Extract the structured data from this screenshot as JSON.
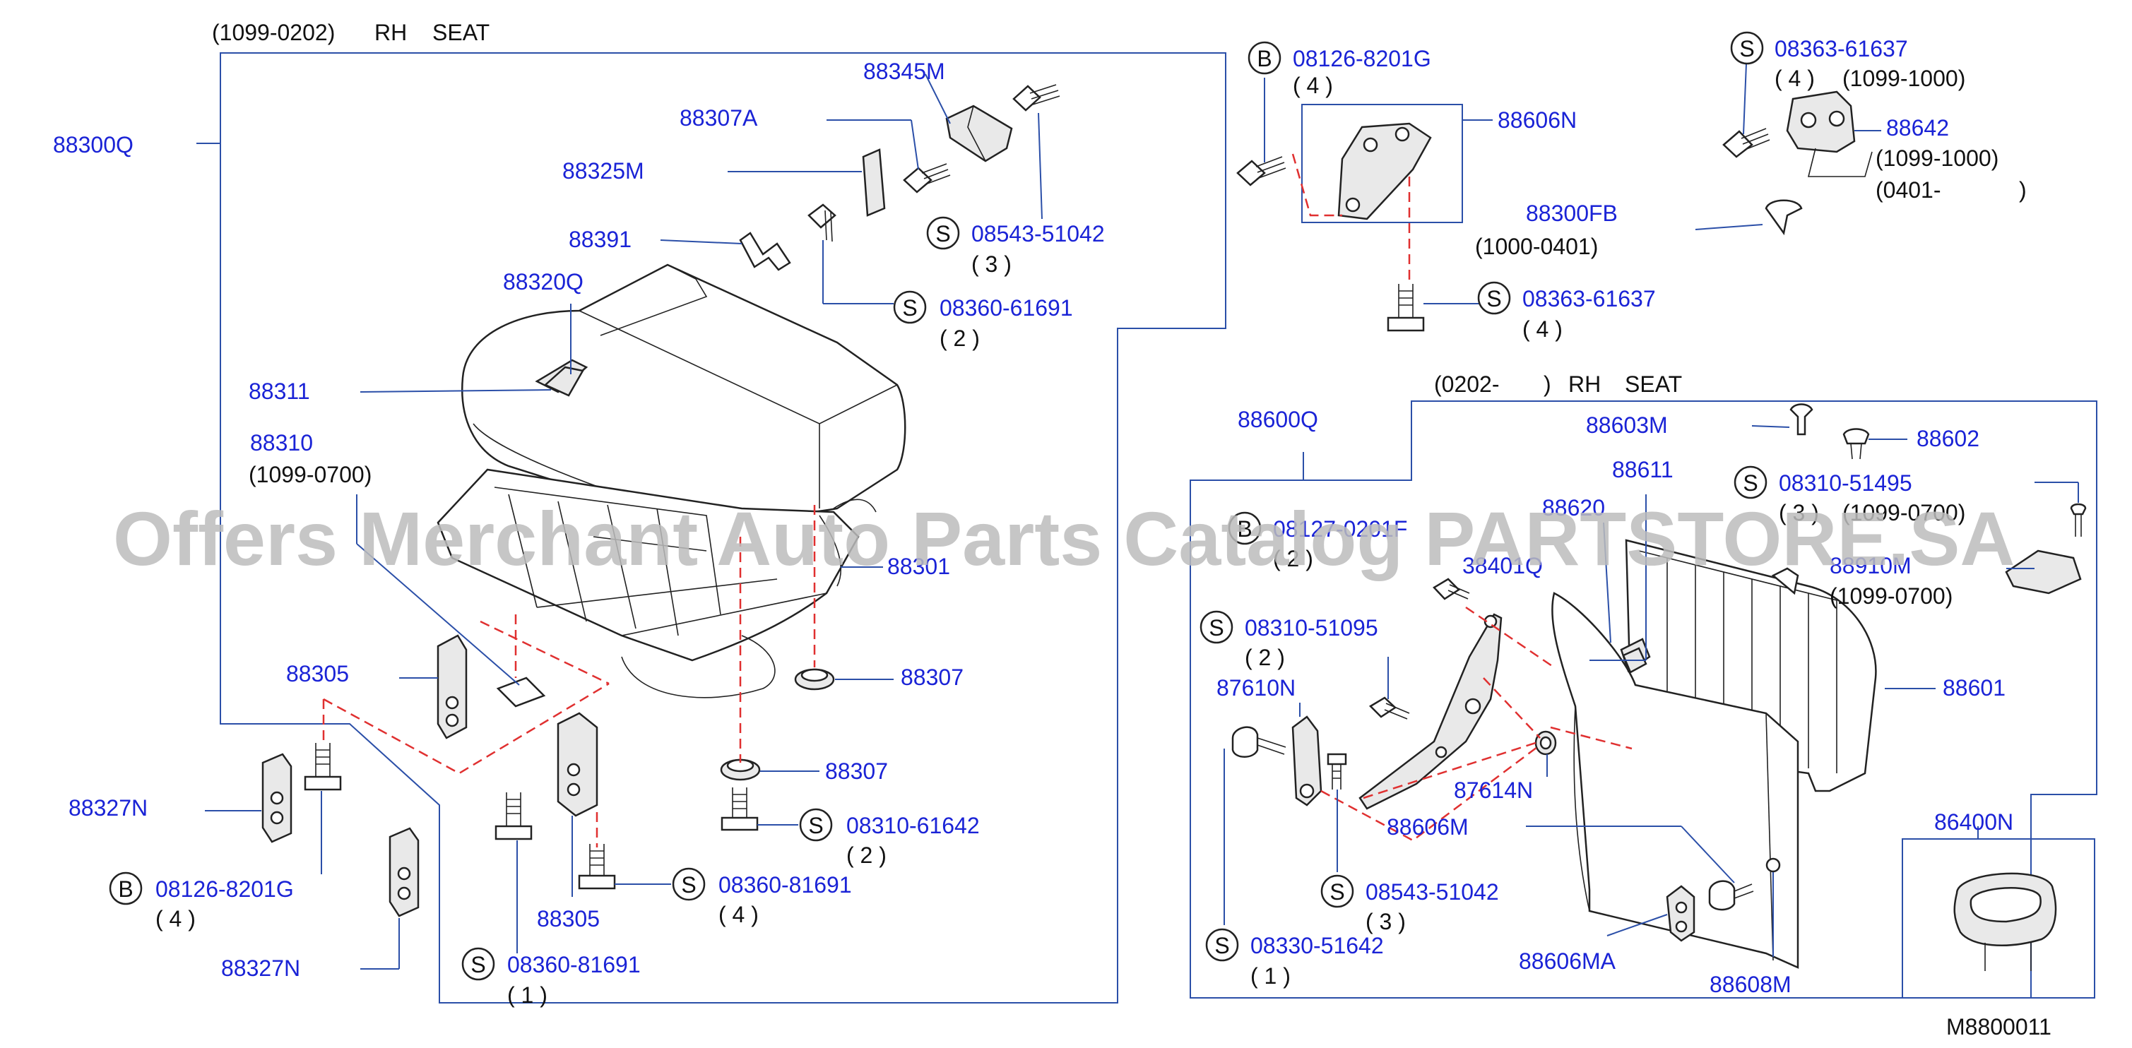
{
  "diagram": {
    "code": "M8800011",
    "watermark": "Offers Merchant Auto Parts Catalog PARTSTORE.SA",
    "group_left": {
      "range": "(1099-0202)",
      "rh": "RH",
      "seat": "SEAT",
      "part": "88300Q"
    },
    "group_right": {
      "range": "(0202-",
      "close": ")",
      "rh": "RH",
      "seat": "SEAT",
      "part": "88600Q"
    },
    "marker_b": "B",
    "marker_s": "S",
    "labels": {
      "p88345M": "88345M",
      "p88307A": "88307A",
      "p88325M": "88325M",
      "p88391": "88391",
      "p88320Q": "88320Q",
      "p88311": "88311",
      "p88310": "88310",
      "p88310_range": "(1099-0700)",
      "p88301": "88301",
      "p88307_a": "88307",
      "p88307_b": "88307",
      "p88305_a": "88305",
      "p88305_b": "88305",
      "p88327N_a": "88327N",
      "p88327N_b": "88327N",
      "s08543_51042_a": "08543-51042",
      "s08543_51042_a_qty": "( 3 )",
      "s08360_61691": "08360-61691",
      "s08360_61691_qty": "( 2 )",
      "s08310_61642": "08310-61642",
      "s08310_61642_qty": "( 2 )",
      "s08360_81691_a": "08360-81691",
      "s08360_81691_a_qty": "( 4 )",
      "s08360_81691_b": "08360-81691",
      "s08360_81691_b_qty": "( 1 )",
      "b08126_8201G_a": "08126-8201G",
      "b08126_8201G_a_qty": "( 4 )",
      "b08126_8201G_b": "08126-8201G",
      "b08126_8201G_b_qty": "( 4 )",
      "p88606N": "88606N",
      "s08363_61637_a": "08363-61637",
      "s08363_61637_a_qty": "( 4 )",
      "s08363_61637_b": "08363-61637",
      "s08363_61637_b_qty": "( 4 )",
      "s08363_61637_b_range": "(1099-1000)",
      "p88642": "88642",
      "p88642_range1": "(1099-1000)",
      "p88642_range2": "(0401-",
      "p88642_range2_close": ")",
      "p88300FB": "88300FB",
      "p88300FB_range": "(1000-0401)",
      "p88603M": "88603M",
      "p88602": "88602",
      "p88611": "88611",
      "p88620": "88620",
      "s08310_51495": "08310-51495",
      "s08310_51495_qty": "( 3 )",
      "s08310_51495_range": "(1099-0700)",
      "b08127_0201F": "08127-0201F",
      "b08127_0201F_qty": "( 2 )",
      "p38401Q": "38401Q",
      "p88910M": "88910M",
      "p88910M_range": "(1099-0700)",
      "s08310_51095": "08310-51095",
      "s08310_51095_qty": "( 2 )",
      "p87610N": "87610N",
      "p88601": "88601",
      "p87614N": "87614N",
      "p88606M": "88606M",
      "s08543_51042_b": "08543-51042",
      "s08543_51042_b_qty": "( 3 )",
      "s08330_51642": "08330-51642",
      "s08330_51642_qty": "( 1 )",
      "p88606MA": "88606MA",
      "p88608M": "88608M",
      "p86400N": "86400N"
    }
  },
  "colors": {
    "part_number": "#1a23d6",
    "frame": "#2b4fa8",
    "hidden_line": "#e03030",
    "annotation": "#111111"
  }
}
